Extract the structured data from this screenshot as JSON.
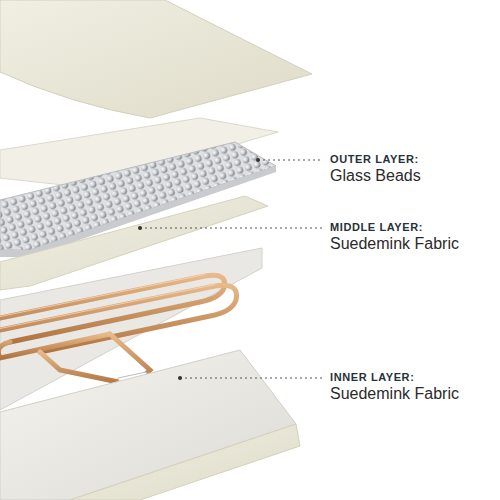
{
  "diagram": {
    "labels": [
      "OUTER LAYER:",
      "Glass Beads",
      "MIDDLE LAYER:",
      "Suedemink Fabric",
      "INNER LAYER:",
      "Suedemink Fabric"
    ]
  }
}
